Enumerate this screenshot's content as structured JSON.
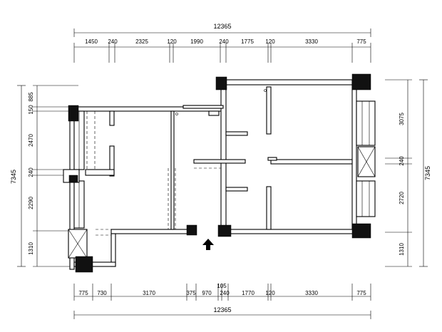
{
  "top_dimensions": {
    "total": "12365",
    "segments": [
      "1450",
      "240",
      "2325",
      "120",
      "1990",
      "240",
      "1775",
      "120",
      "3330",
      "775"
    ]
  },
  "bottom_dimensions": {
    "total": "12365",
    "segments": [
      "775",
      "730",
      "3170",
      "375",
      "970",
      "105",
      "240",
      "1770",
      "120",
      "3330",
      "775"
    ]
  },
  "left_dimensions": {
    "total": "7345",
    "segments": [
      "885",
      "150",
      "2470",
      "240",
      "2290",
      "1310"
    ]
  },
  "right_dimensions": {
    "total": "7345",
    "segments": [
      "3075",
      "240",
      "2720",
      "1310"
    ]
  },
  "entrance": {
    "icon": "entrance-arrow-icon"
  }
}
